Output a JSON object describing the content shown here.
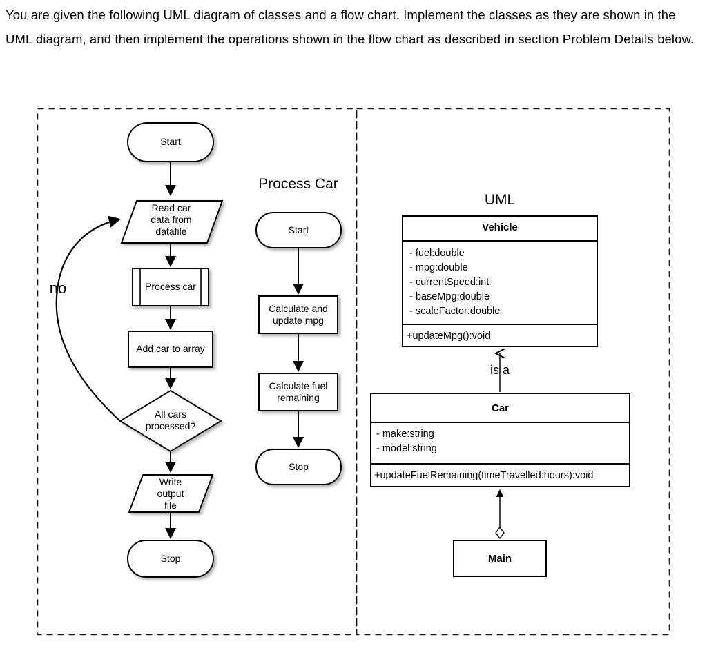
{
  "intro": {
    "text": "You are given the following UML diagram of classes and a flow chart. Implement the classes as they are shown in the UML diagram, and then implement the operations shown in the flow chart as described in  section Problem Details below."
  },
  "flowchart_main": {
    "nodes": [
      {
        "id": "start",
        "label": "Start",
        "shape": "terminator"
      },
      {
        "id": "read",
        "label": "Read car\ndata from\ndatafile",
        "shape": "io-parallelogram"
      },
      {
        "id": "process",
        "label": "Process car",
        "shape": "predefined-process"
      },
      {
        "id": "add",
        "label": "Add car to array",
        "shape": "process-rect"
      },
      {
        "id": "decision",
        "label": "All cars\nprocessed?",
        "shape": "decision-diamond"
      },
      {
        "id": "write",
        "label": "Write\noutput\nfile",
        "shape": "io-parallelogram"
      },
      {
        "id": "stop",
        "label": "Stop",
        "shape": "terminator"
      }
    ],
    "edge_labels": [
      {
        "id": "no-branch",
        "label": "no",
        "from": "decision",
        "to": "read"
      }
    ]
  },
  "flowchart_subprocess": {
    "title": "Process Car",
    "nodes": [
      {
        "id": "sub-start",
        "label": "Start",
        "shape": "terminator"
      },
      {
        "id": "sub-mpg",
        "label": "Calculate and\nupdate mpg",
        "shape": "process-rect"
      },
      {
        "id": "sub-fuel",
        "label": "Calculate fuel\nremaining",
        "shape": "process-rect"
      },
      {
        "id": "sub-stop",
        "label": "Stop",
        "shape": "terminator"
      }
    ]
  },
  "uml": {
    "title": "UML",
    "relationship_labels": [
      {
        "id": "is-a",
        "label": "is a",
        "from": "Car",
        "to": "Vehicle",
        "type": "inheritance"
      },
      {
        "id": "aggregation",
        "label": "",
        "from": "Main",
        "to": "Car",
        "type": "aggregation"
      }
    ],
    "classes": [
      {
        "id": "vehicle",
        "name": "Vehicle",
        "attributes": "- fuel:double\n- mpg:double\n- currentSpeed:int\n- baseMpg:double\n- scaleFactor:double",
        "methods": "+updateMpg():void"
      },
      {
        "id": "car",
        "name": "Car",
        "attributes": "- make:string\n- model:string",
        "methods": "+updateFuelRemaining(timeTravelled:hours):void"
      },
      {
        "id": "main",
        "name": "Main",
        "attributes": "",
        "methods": ""
      }
    ]
  },
  "colors": {
    "background": "#ffffff",
    "stroke": "#000000",
    "panel_border": "#1a1a1a",
    "shadow": "#bdbdbd"
  }
}
